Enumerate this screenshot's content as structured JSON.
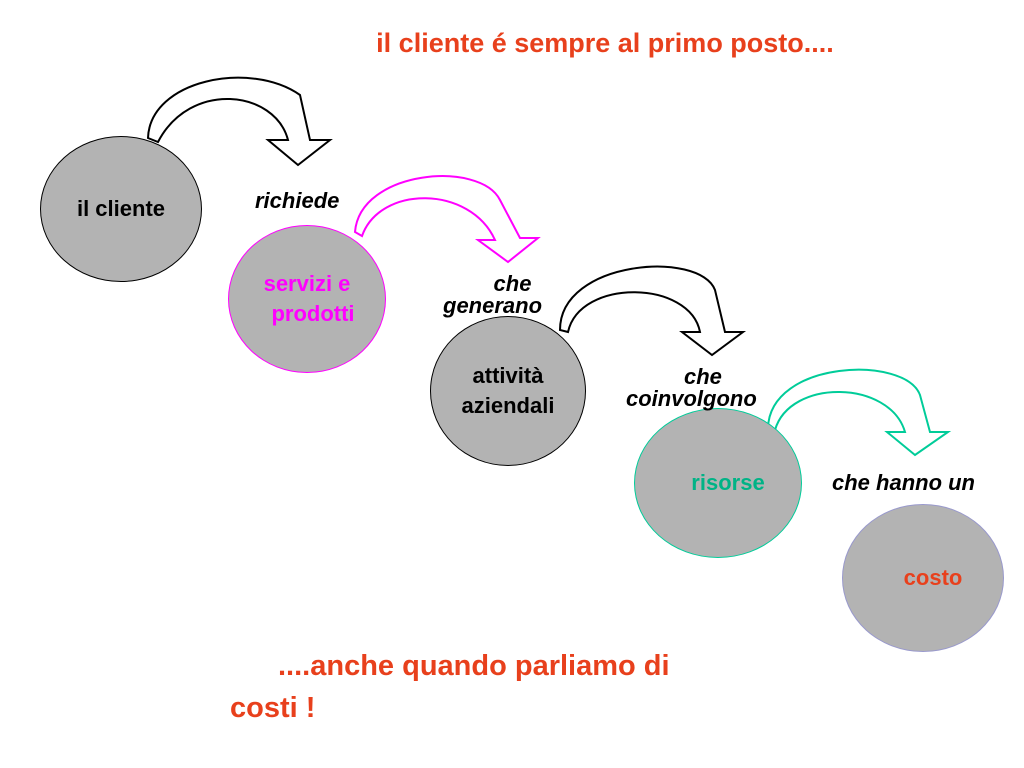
{
  "title": "il cliente é sempre al primo posto....",
  "nodes": {
    "cliente": {
      "label": "il cliente",
      "fill": "#b3b3b3",
      "border": "#000000",
      "text": "#000000"
    },
    "servizi": {
      "line1": "servizi e",
      "line2": "prodotti",
      "fill": "#b3b3b3",
      "border": "#ff00ff",
      "text": "#ff00ff"
    },
    "attivita": {
      "line1": "attività",
      "line2": "aziendali",
      "fill": "#b3b3b3",
      "border": "#000000",
      "text": "#000000"
    },
    "risorse": {
      "label": "risorse",
      "fill": "#b3b3b3",
      "border": "#00cc99",
      "text": "#00b386"
    },
    "costo": {
      "label": "costo",
      "fill": "#b3b3b3",
      "border": "#9999cc",
      "text": "#e8401c"
    }
  },
  "connectors": {
    "richiede": "richiede",
    "generano_1": "che",
    "generano_2": "generano",
    "coinvolgono_1": "che",
    "coinvolgono_2": "coinvolgono",
    "hanno": "che hanno un"
  },
  "arrow_colors": {
    "first": "#000000",
    "second": "#ff00ff",
    "third": "#000000",
    "fourth": "#00cc99"
  },
  "footer": {
    "line1": "....anche quando parliamo di",
    "line2": "costi !"
  }
}
